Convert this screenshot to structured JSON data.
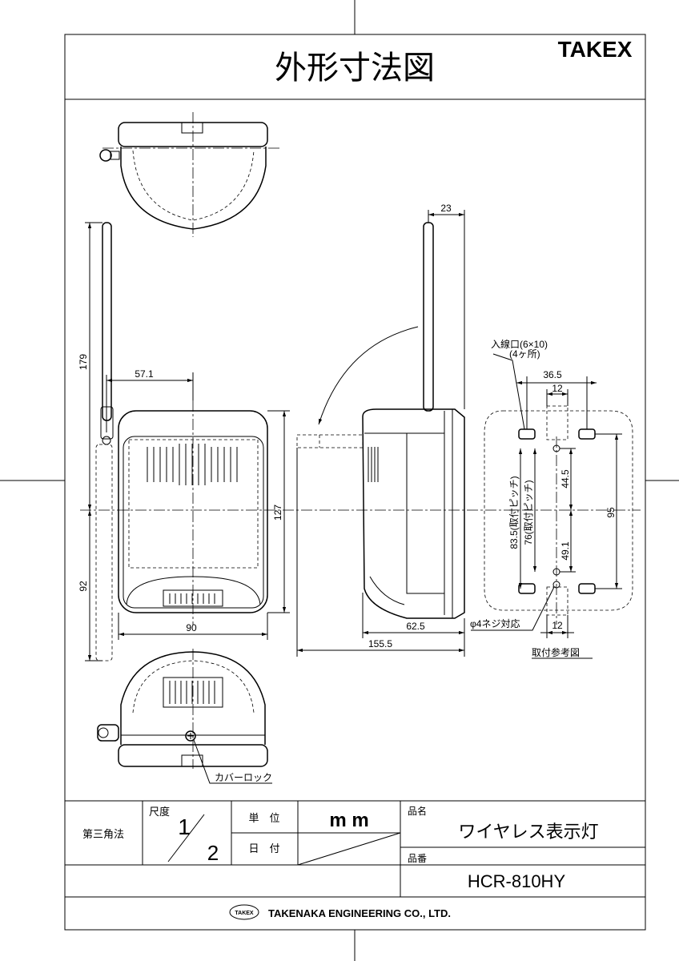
{
  "header": {
    "title": "外形寸法図",
    "brand": "TAKEX"
  },
  "dimensions": {
    "d179": "179",
    "d92": "92",
    "d57_1": "57.1",
    "d127": "127",
    "d90": "90",
    "d23": "23",
    "d62_5": "62.5",
    "d155_5": "155.5",
    "d36_5": "36.5",
    "d12_top": "12",
    "d12_bottom": "12",
    "d44_5": "44.5",
    "d49_1": "49.1",
    "d95": "95",
    "d83_5": "83.5(取付ピッチ)",
    "d76": "76(取付ピッチ)"
  },
  "labels": {
    "wire_inlet": "入線口(6×10)",
    "wire_inlet_count": "(4ヶ所)",
    "screw": "φ4ネジ対応",
    "mount_ref": "取付参考図",
    "cover_lock": "カバーロック"
  },
  "title_block": {
    "projection": "第三角法",
    "scale_label": "尺度",
    "scale_num": "1",
    "scale_den": "2",
    "unit_label": "単　位",
    "unit_value": "m m",
    "date_label": "日　付",
    "name_label": "品名",
    "name_value": "ワイヤレス表示灯",
    "number_label": "品番",
    "number_value": "HCR-810HY",
    "company_logo": "TAKEX",
    "company": "TAKENAKA ENGINEERING CO., LTD."
  }
}
